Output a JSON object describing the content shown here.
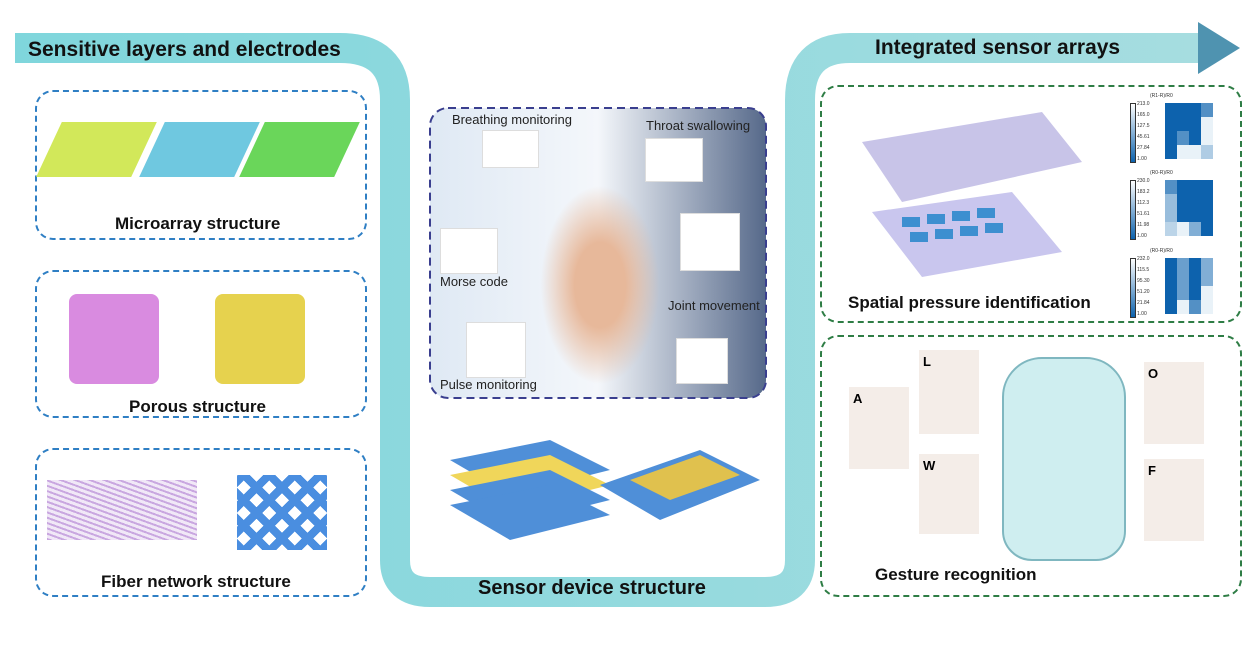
{
  "headers": {
    "left": "Sensitive layers and electrodes",
    "right": "Integrated sensor arrays",
    "center": "Sensor device structure"
  },
  "left_panels": [
    "Microarray structure",
    "Porous structure",
    "Fiber network structure"
  ],
  "applications": [
    "Breathing monitoring",
    "Throat swallowing",
    "Morse code",
    "Joint movement",
    "Pulse monitoring"
  ],
  "right_panels": {
    "spatial": "Spatial pressure identification",
    "gesture": "Gesture recognition"
  },
  "gestures": [
    "A",
    "L",
    "W",
    "O",
    "F"
  ],
  "heatmaps": [
    {
      "title": "(R1-R)/R0",
      "ticks": [
        "213.0",
        "165.0",
        "127.5",
        "45.61",
        "27.84",
        "1.00"
      ],
      "cells": [
        [
          1,
          1,
          1,
          0.7
        ],
        [
          1,
          1,
          1,
          0.05
        ],
        [
          1,
          0.7,
          1,
          0.05
        ],
        [
          1,
          0.05,
          0.05,
          0.3
        ]
      ]
    },
    {
      "title": "(R0-R)/R0",
      "ticks": [
        "230.0",
        "183.2",
        "112.3",
        "51.61",
        "11.98",
        "1.00"
      ],
      "cells": [
        [
          0.7,
          1,
          1,
          1
        ],
        [
          0.4,
          1,
          1,
          1
        ],
        [
          0.4,
          1,
          1,
          1
        ],
        [
          0.25,
          0.05,
          0.5,
          1
        ]
      ]
    },
    {
      "title": "(R0-R)/R0",
      "ticks": [
        "232.0",
        "115.5",
        "95.30",
        "51.20",
        "21.84",
        "1.00"
      ],
      "cells": [
        [
          1,
          0.6,
          1,
          0.5
        ],
        [
          1,
          0.6,
          1,
          0.5
        ],
        [
          1,
          0.6,
          1,
          0.05
        ],
        [
          1,
          0.05,
          0.7,
          0.05
        ]
      ]
    }
  ],
  "colors": {
    "band": "#8fd3d6",
    "arrow": "#4f9fb5",
    "dark": "#0d62ad"
  }
}
